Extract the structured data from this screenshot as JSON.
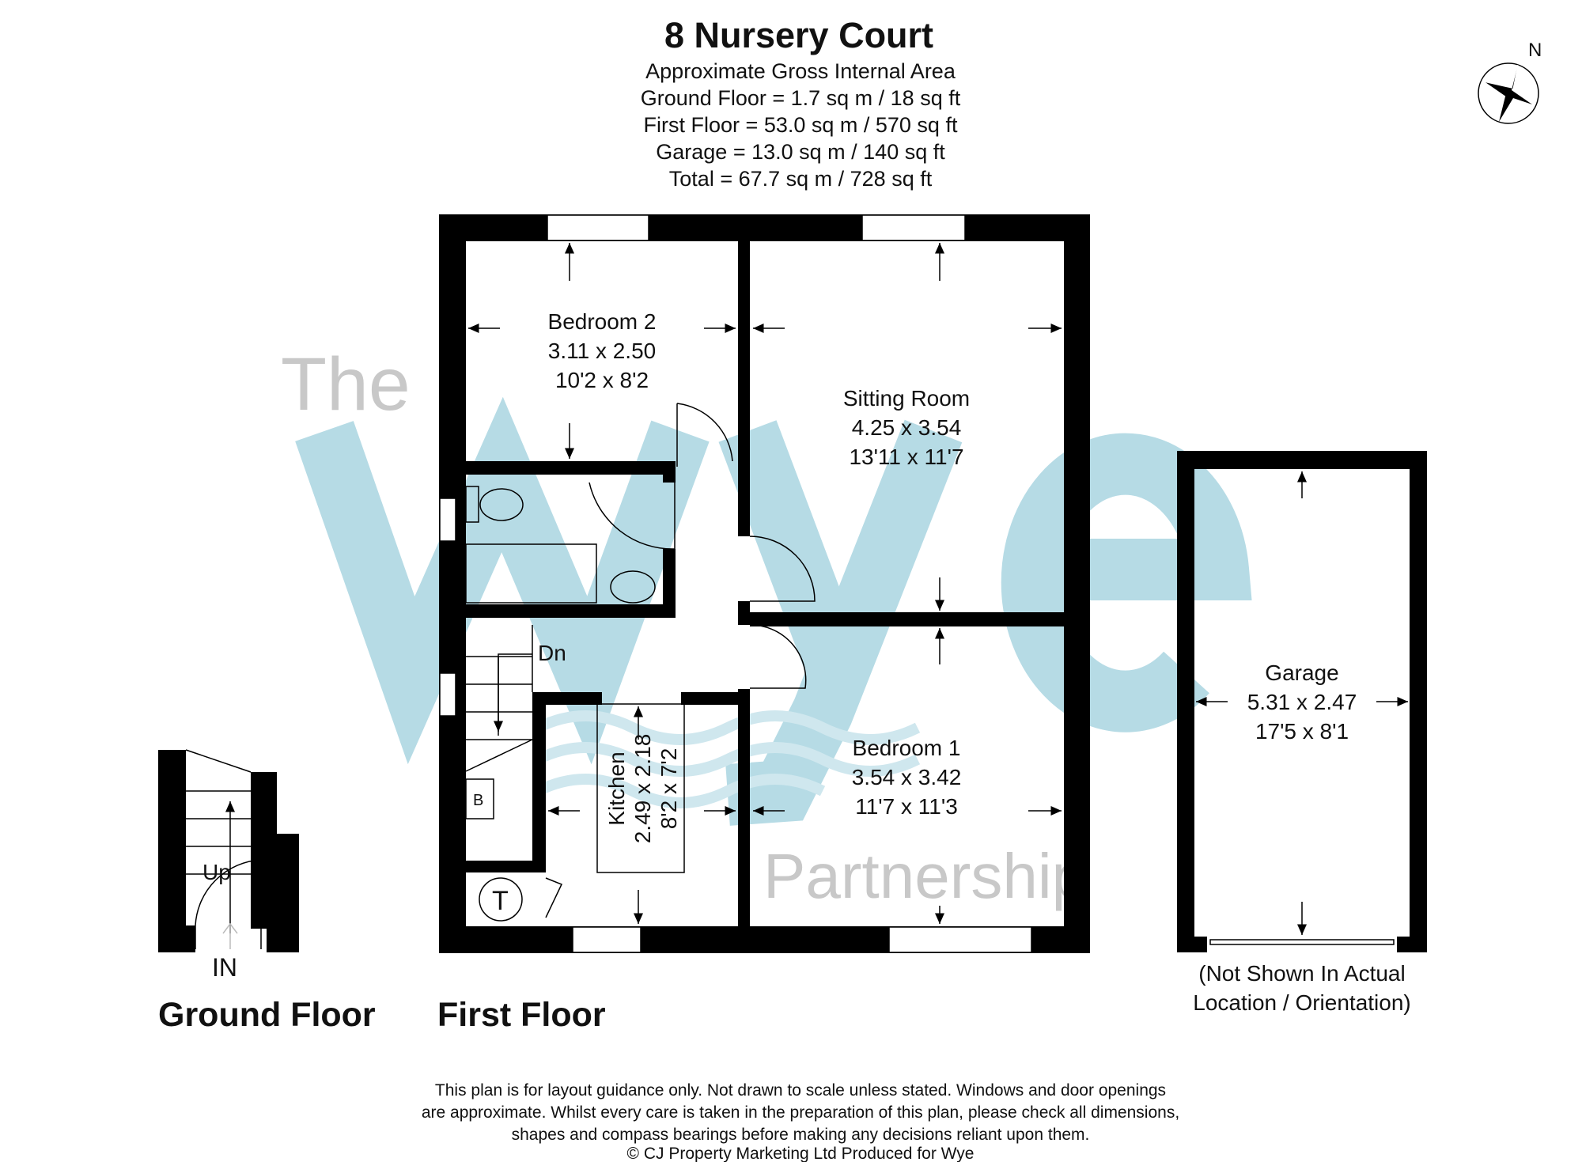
{
  "header": {
    "title": "8 Nursery Court",
    "lines": [
      "Approximate Gross Internal Area",
      "Ground Floor = 1.7 sq m / 18 sq ft",
      "First Floor = 53.0 sq m / 570 sq ft",
      "Garage = 13.0 sq m / 140 sq ft",
      "Total = 67.7 sq m / 728 sq ft"
    ]
  },
  "compass": {
    "label": "N"
  },
  "watermark": {
    "line1": "The",
    "line2": "wye",
    "line3": "Partnership",
    "color": "#a9d4e0"
  },
  "rooms": {
    "bedroom2": {
      "name": "Bedroom 2",
      "metric": "3.11 x 2.50",
      "imperial": "10'2 x 8'2"
    },
    "sitting": {
      "name": "Sitting Room",
      "metric": "4.25 x 3.54",
      "imperial": "13'11 x 11'7"
    },
    "bedroom1": {
      "name": "Bedroom 1",
      "metric": "3.54 x 3.42",
      "imperial": "11'7 x 11'3"
    },
    "kitchen": {
      "name": "Kitchen",
      "metric": "2.49 x 2.18",
      "imperial": "8'2 x 7'2"
    },
    "garage": {
      "name": "Garage",
      "metric": "5.31 x 2.47",
      "imperial": "17'5 x 8'1"
    }
  },
  "labels": {
    "dn": "Dn",
    "up": "Up",
    "in": "IN",
    "boiler": "B",
    "tank": "T",
    "ground_floor": "Ground Floor",
    "first_floor": "First Floor",
    "garage_note_1": "(Not Shown In Actual",
    "garage_note_2": "Location / Orientation)"
  },
  "disclaimer": [
    "This plan is for layout guidance only. Not drawn to scale unless stated. Windows and door openings",
    "are approximate. Whilst every care is taken in the preparation of this plan, please check all dimensions,",
    "shapes and compass bearings before making any decisions reliant upon them.",
    "© CJ Property Marketing Ltd Produced for Wye"
  ]
}
